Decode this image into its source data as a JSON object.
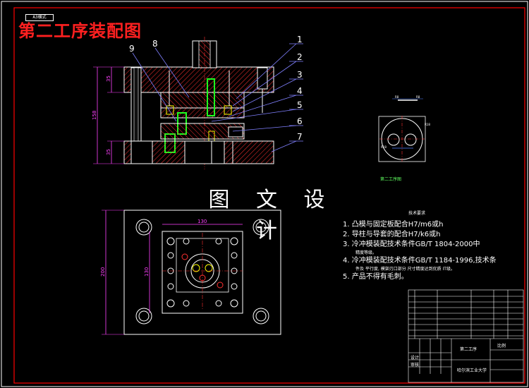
{
  "header": {
    "tab_label": "A3横式",
    "title": "第二工序装配图"
  },
  "watermark": "图 文 设 计",
  "balloons": [
    "1",
    "2",
    "3",
    "4",
    "5",
    "6",
    "7",
    "8",
    "9"
  ],
  "dimensions": {
    "height_total": "158",
    "height_top": "35",
    "height_bottom": "35",
    "plan_width": "130",
    "plan_height": "200",
    "plan_inner": "130"
  },
  "section_view": {
    "label": "第二工序图",
    "dims": [
      "R8",
      "R8",
      "R18",
      "R18"
    ]
  },
  "requirements": {
    "title": "技术要求",
    "lines": [
      "1. 凸模与固定板配合H7/m6或h",
      "2. 导柱与导套的配合H7/k6或h",
      "3. 冷冲模装配技术条件GB/T 1804-2000中",
      "4. 冷冲模装配技术条件GB/T 1184-1996,技术条",
      "5. 产品不得有毛刺。"
    ],
    "sub_lines": [
      "精度等级。",
      "件及   平行度,   模架刃口部分 尺寸精度达到优质 IT级。"
    ]
  },
  "title_block": {
    "drawing_name": "第二工序",
    "school": "哈尔滨工业大学",
    "scale_label": "比例",
    "design_label": "设计",
    "check_label": "审核"
  },
  "colors": {
    "frame": "#ff0000",
    "outline": "#ffffff",
    "hatch": "#ff3030",
    "dimension": "#ff40ff",
    "leader": "#8080ff",
    "part_green": "#20ff20",
    "center_yellow": "#ffff00"
  }
}
